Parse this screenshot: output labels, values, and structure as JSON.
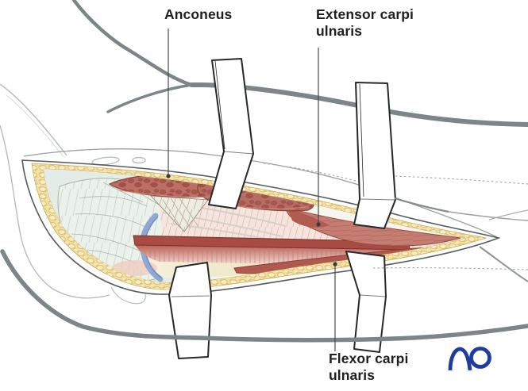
{
  "figure": {
    "type": "medical-illustration",
    "subject": "surgical exposure of elbow, posterolateral approach",
    "labels": {
      "anconeus": {
        "line1": "Anconeus"
      },
      "extensor_carpi_ulnaris": {
        "line1": "Extensor carpi",
        "line2": "ulnaris"
      },
      "flexor_carpi_ulnaris": {
        "line1": "Flexor carpi",
        "line2": "ulnaris"
      }
    },
    "logo": {
      "icon": "ao-logo",
      "letters": "AO",
      "color": "#1e3d9e"
    },
    "colors": {
      "contour_gray": "#7d8588",
      "thin_outline_gray": "#b7bdbf",
      "muscle_red": "#bd6f66",
      "muscle_dark_red": "#a84b42",
      "fat_yellow": "#f1e1a4",
      "bone_cream": "#ecdfb8",
      "capsule_mint": "#e3ece6",
      "cartilage_blue": "#8fa9d3",
      "fascia_pink": "#f6e5df",
      "retractor_white": "#ffffff",
      "label_text": "#1f1f1f",
      "leader_line": "#4a4a4a"
    }
  }
}
